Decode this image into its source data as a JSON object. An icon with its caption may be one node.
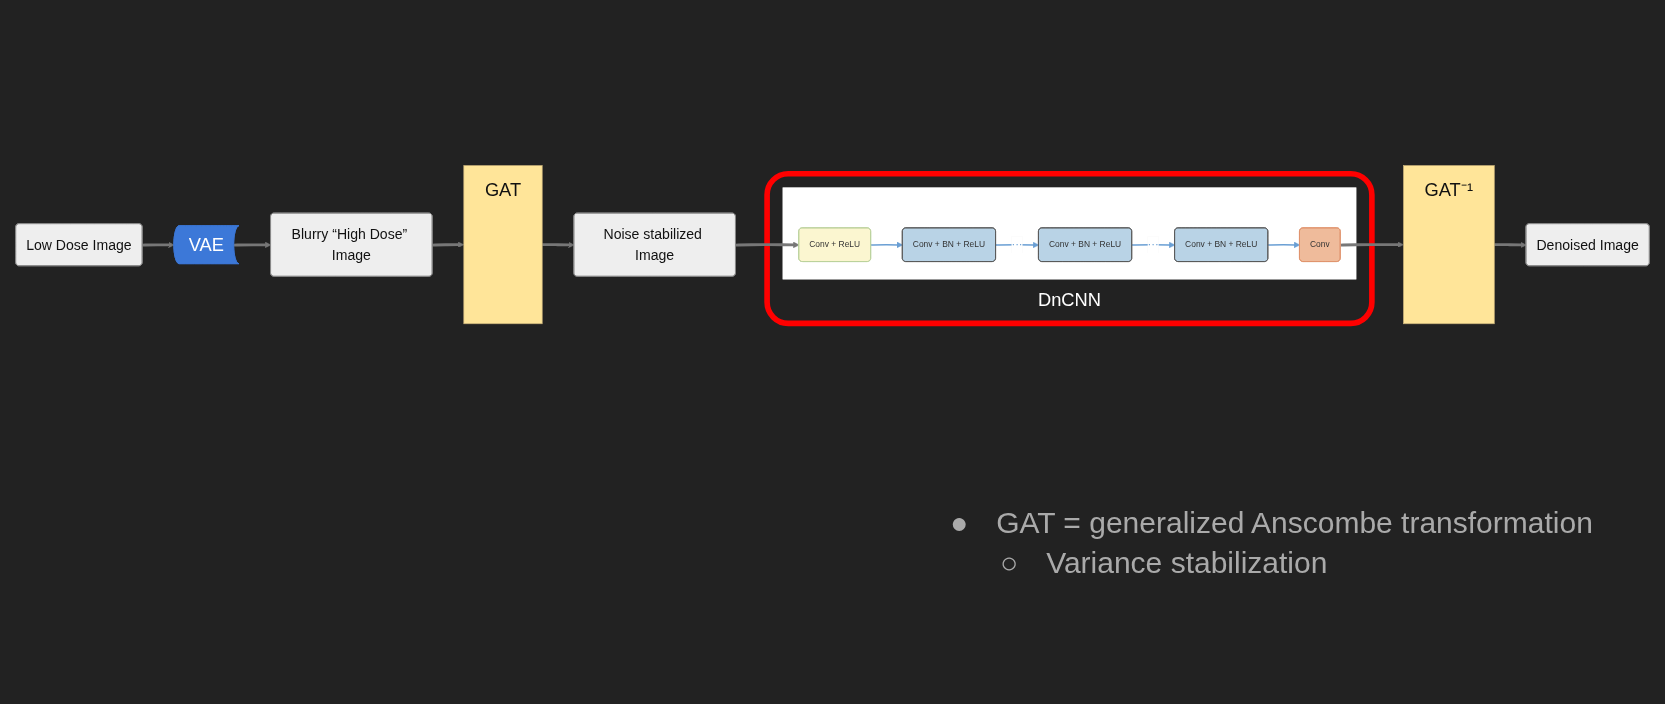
{
  "diagram": {
    "nodes": [
      {
        "text": [
          "Low Dose Image"
        ]
      },
      {
        "text": [
          "VAE"
        ]
      },
      {
        "text": [
          "Blurry “High Dose” Image"
        ]
      },
      {
        "text": [
          "GAT"
        ]
      },
      {
        "text": [
          "Noise stabilized Image"
        ]
      },
      {
        "text": [
          "DnCNN"
        ]
      },
      {
        "text": [],
        "shape": "picture",
        "in": 5
      },
      {
        "text": [
          "Conv + ReLU"
        ],
        "in": 6
      },
      {
        "text": [
          "Conv + BN + ReLU"
        ],
        "in": 6
      },
      {
        "text": [
          "Conv + BN + ReLU"
        ],
        "in": 6
      },
      {
        "text": [
          "Conv + BN + ReLU"
        ],
        "in": 6
      },
      {
        "text": [
          "Conv"
        ],
        "in": 6
      },
      {
        "text": [
          "GAT⁻¹"
        ]
      },
      {
        "text": [
          "Denoised Image"
        ]
      }
    ],
    "edges": [
      {
        "from": 0,
        "to": 1,
        "arrow": "to"
      },
      {
        "from": 1,
        "to": 2,
        "arrow": "to"
      },
      {
        "from": 2,
        "to": 3,
        "arrow": "to"
      },
      {
        "from": 3,
        "to": 4,
        "arrow": "to"
      },
      {
        "from": 4,
        "to": 7,
        "arrow": "to"
      },
      {
        "from": 7,
        "to": 8,
        "arrow": "to",
        "color": "#6a9fd4"
      },
      {
        "from": 8,
        "to": 9,
        "arrow": "to",
        "label": "···",
        "color": "#6a9fd4"
      },
      {
        "from": 9,
        "to": 10,
        "arrow": "to",
        "label": "···",
        "color": "#6a9fd4"
      },
      {
        "from": 10,
        "to": 11,
        "arrow": "to",
        "color": "#6a9fd4"
      },
      {
        "from": 11,
        "to": 12,
        "arrow": "to"
      },
      {
        "from": 12,
        "to": 13,
        "arrow": "to"
      }
    ],
    "labels": [
      "●",
      "GAT = generalized Anscombe transformation",
      "○",
      "Variance stabilization"
    ]
  }
}
